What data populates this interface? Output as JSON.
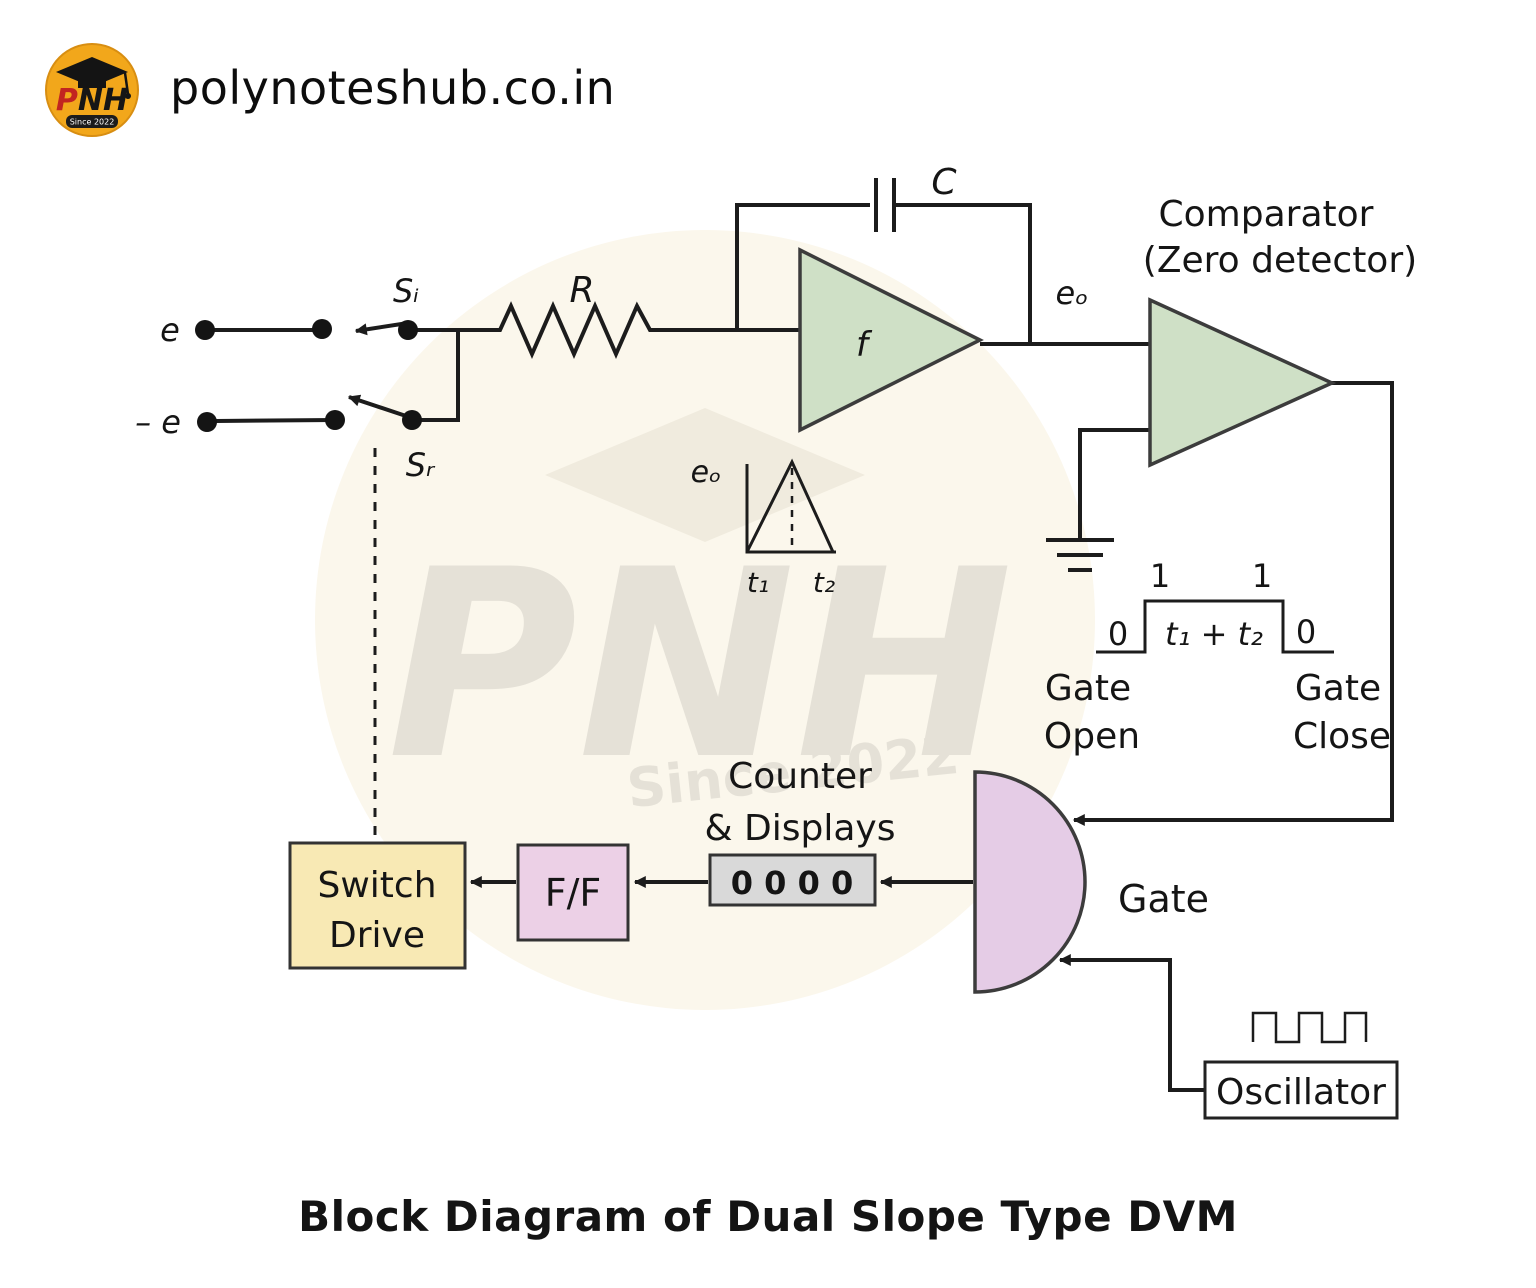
{
  "header": {
    "site": "polynoteshub.co.in",
    "logo": {
      "p": "P",
      "nh": "NH",
      "tagline": "Since 2022"
    }
  },
  "watermark": {
    "text": "PNH",
    "tagline": "Since 2022"
  },
  "caption": "Block Diagram of Dual Slope Type DVM",
  "colors": {
    "amp_fill": "#cfe0c6",
    "gate_fill": "#e5cce6",
    "ff_fill": "#ecd0e6",
    "switch_fill": "#f8e9b4",
    "counter_fill": "#d9d9d9",
    "oscillator_fill": "#ffffff",
    "logo_yellow": "#f2a71b",
    "watermark_bg": "#fbf7ec",
    "wire": "#1c1c1c"
  },
  "diagram": {
    "input_pos": "e",
    "input_neg": "– e",
    "switch_in": "Sᵢ",
    "switch_ref": "Sᵣ",
    "resistor": "R",
    "capacitor": "C",
    "integrator": "f",
    "eo_out": "eₒ",
    "eo_graph": "eₒ",
    "comparator_line1": "Comparator",
    "comparator_line2": "(Zero detector)",
    "t1": "t₁",
    "t2": "t₂",
    "bit_one_left": "1",
    "bit_one_right": "1",
    "bit_zero_left": "0",
    "bit_zero_right": "0",
    "interval": "t₁ + t₂",
    "gate_open_line1": "Gate",
    "gate_open_line2": "Open",
    "gate_close_line1": "Gate",
    "gate_close_line2": "Close",
    "counter_title_line1": "Counter",
    "counter_title_line2": "& Displays",
    "counter_value": "0 0 0 0",
    "flipflop": "F/F",
    "switch_drive_line1": "Switch",
    "switch_drive_line2": "Drive",
    "gate_label": "Gate",
    "oscillator": "Oscillator"
  }
}
